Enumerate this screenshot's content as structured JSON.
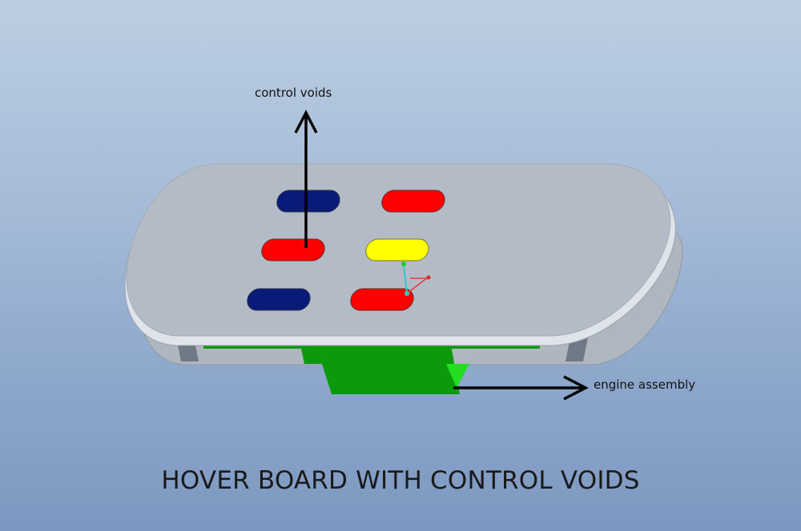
{
  "labels": {
    "control_voids": "control voids",
    "engine_assembly": "engine assembly"
  },
  "caption": "HOVER BOARD WITH CONTROL VOIDS",
  "colors": {
    "background_top": "#bccfe2",
    "background_bottom": "#7d98c0",
    "board_top": "#b3bcc6",
    "board_edge": "#dde3e9",
    "engine_green": "#0b9a0b",
    "engine_highlight": "#22dd22",
    "void_blue": "#0a1a78",
    "void_red": "#ff0000",
    "void_yellow": "#ffff00",
    "arrow": "#000000"
  },
  "voids": [
    {
      "color": "blue"
    },
    {
      "color": "red"
    },
    {
      "color": "red"
    },
    {
      "color": "yellow"
    },
    {
      "color": "blue"
    },
    {
      "color": "red"
    }
  ]
}
